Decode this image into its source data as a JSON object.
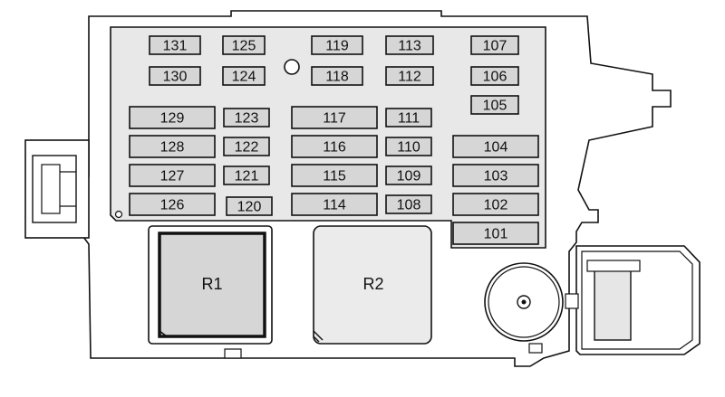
{
  "colors": {
    "panel_fill": "#e8e8e8",
    "fuse_fill": "#d6d6d6",
    "relay_fill": "#d6d6d6",
    "relay2_fill": "#ebebeb",
    "line": "#111111"
  },
  "fuses": [
    {
      "id": "131"
    },
    {
      "id": "125"
    },
    {
      "id": "119"
    },
    {
      "id": "113"
    },
    {
      "id": "107"
    },
    {
      "id": "130"
    },
    {
      "id": "124"
    },
    {
      "id": "118"
    },
    {
      "id": "112"
    },
    {
      "id": "106"
    },
    {
      "id": "105"
    },
    {
      "id": "129"
    },
    {
      "id": "123"
    },
    {
      "id": "117"
    },
    {
      "id": "111"
    },
    {
      "id": "128"
    },
    {
      "id": "122"
    },
    {
      "id": "116"
    },
    {
      "id": "110"
    },
    {
      "id": "104"
    },
    {
      "id": "127"
    },
    {
      "id": "121"
    },
    {
      "id": "115"
    },
    {
      "id": "109"
    },
    {
      "id": "103"
    },
    {
      "id": "126"
    },
    {
      "id": "120"
    },
    {
      "id": "114"
    },
    {
      "id": "108"
    },
    {
      "id": "102"
    },
    {
      "id": "101"
    }
  ],
  "relays": [
    {
      "id": "R1"
    },
    {
      "id": "R2"
    }
  ]
}
